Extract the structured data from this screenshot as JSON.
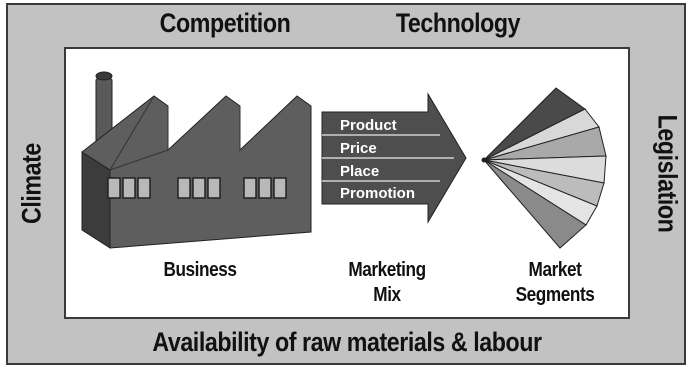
{
  "factors": {
    "top_left": "Competition",
    "top_right": "Technology",
    "left": "Climate",
    "right": "Legislation",
    "bottom": "Availability of raw materials & labour"
  },
  "inner": {
    "business_label": "Business",
    "marketing_mix_line1": "Marketing",
    "marketing_mix_line2": "Mix",
    "segments_line1": "Market",
    "segments_line2": "Segments",
    "mix_items": [
      "Product",
      "Price",
      "Place",
      "Promotion"
    ]
  }
}
